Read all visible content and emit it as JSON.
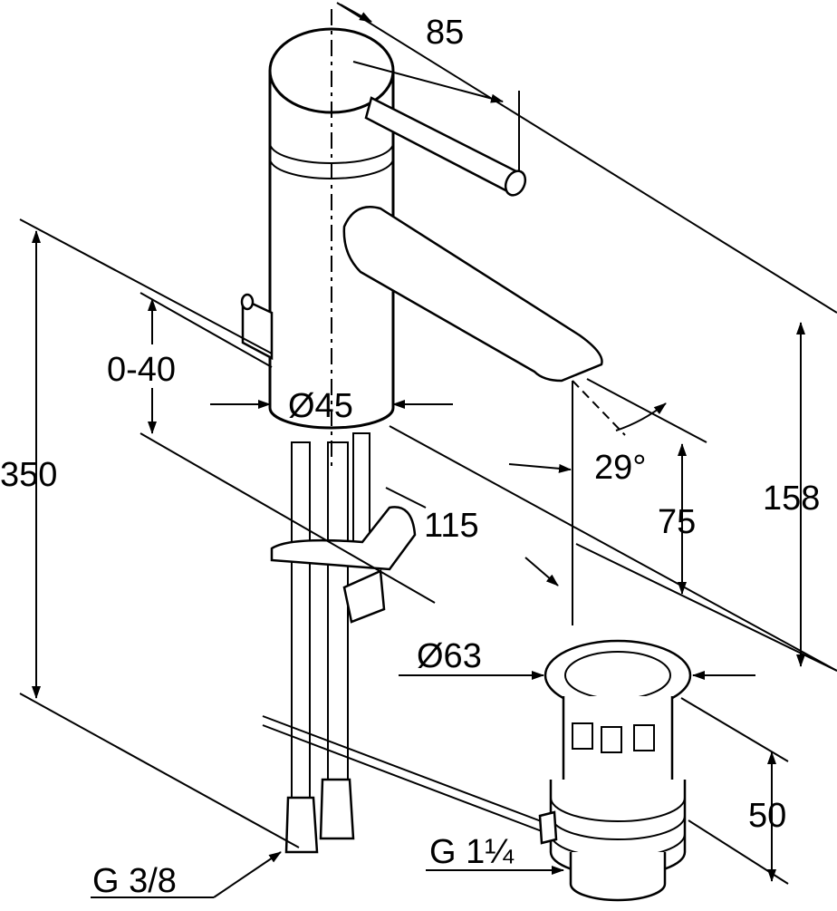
{
  "dimensions": {
    "width_top": "85",
    "height_total": "350",
    "pop_up_range": "0-40",
    "body_diameter": "Ø45",
    "projection": "115",
    "spout_angle": "29°",
    "spout_height": "75",
    "top_height": "158",
    "waste_diameter": "Ø63",
    "waste_height": "50",
    "hose_thread": "G 3/8",
    "waste_thread": "G 1¼"
  },
  "colors": {
    "line": "#000000",
    "background": "#ffffff"
  }
}
